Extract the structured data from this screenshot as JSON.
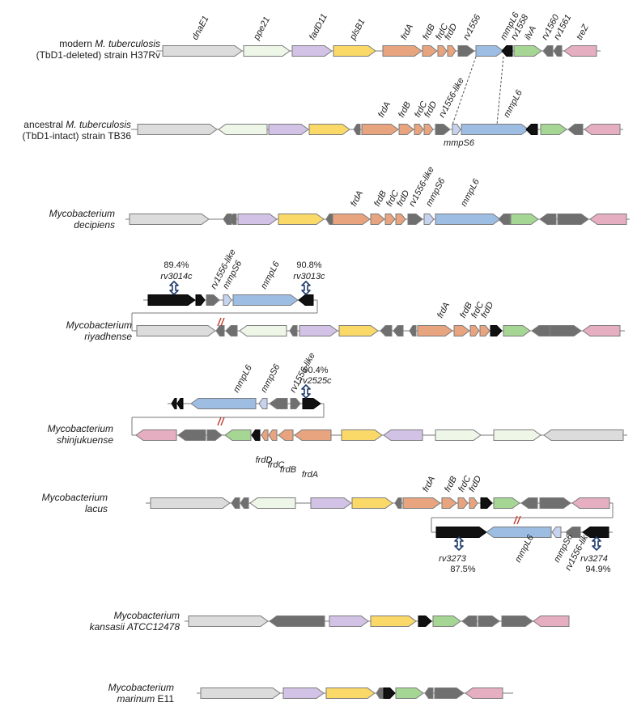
{
  "colors": {
    "dnaE1": "#dcdcdc",
    "ppe21": "#eef6e8",
    "fadD11": "#d2c3e6",
    "plsB1": "#fbd968",
    "frd": "#e7a47e",
    "grey": "#6f6f6f",
    "mmps6": "#c5d3ee",
    "mmpl6": "#9dbde3",
    "ilvA": "#a6d693",
    "treZ": "#e5aec1",
    "black": "#111111",
    "outline": "#8a8a8a",
    "break_mark": "#c0392b",
    "pct_arrow": "#1f3b6b"
  },
  "icons": [
    "double-arrow-icon",
    "break-mark-icon"
  ],
  "strains": [
    {
      "line1": "modern ",
      "line1_italic": "M. tuberculosis",
      "line2": "(TbD1-deleted) strain H37Rv"
    },
    {
      "line1": "ancestral ",
      "line1_italic": "M. tuberculosis",
      "line2": "(TbD1-intact) strain TB36"
    },
    {
      "line1": "",
      "line1_italic": "Mycobacterium",
      "line2": "decipiens"
    },
    {
      "line1": "",
      "line1_italic": "Mycobacterium",
      "line2": "riyadhense"
    },
    {
      "line1": "",
      "line1_italic": "Mycobacterium",
      "line2": "shinjukuense"
    },
    {
      "line1": "",
      "line1_italic": "Mycobacterium",
      "line2": "lacus"
    },
    {
      "line1": "",
      "line1_italic": "Mycobacterium",
      "line2": "kansasii ATCC12478"
    },
    {
      "line1": "",
      "line1_italic": "Mycobacterium",
      "line2": "marinum",
      "line2_suffix": " E11"
    }
  ],
  "row1_gene_labels": [
    "dnaE1",
    "ppe21",
    "fadD11",
    "plsB1",
    "frdA",
    "frdB",
    "frdC",
    "frdD",
    "rv1556",
    "mmpL6",
    "rv1558",
    "ilvA",
    "rv1560",
    "rv1561",
    "treZ"
  ],
  "row2_gene_labels": [
    "frdA",
    "frdB",
    "frdC",
    "frdD",
    "rv1556-like",
    "mmpL6",
    "mmpS6"
  ],
  "row3_gene_labels": [
    "frdA",
    "frdB",
    "frdC",
    "frdD",
    "rv1556-like",
    "mmpS6",
    "mmpL6"
  ],
  "row4_gene_labels": [
    "rv1556-like",
    "mmpS6",
    "mmpL6",
    "frdA",
    "frdB",
    "frdC",
    "frdD"
  ],
  "row4_identities": [
    {
      "pct": "89.4%",
      "gene": "rv3014c"
    },
    {
      "pct": "90.8%",
      "gene": "rv3013c"
    }
  ],
  "row5_gene_labels": [
    "mmpL6",
    "mmpS6",
    "rv1556-like",
    "frdD",
    "frdC",
    "frdB",
    "frdA"
  ],
  "row5_identities": [
    {
      "pct": "90.4%",
      "gene": "rv2525c"
    }
  ],
  "row6_gene_labels": [
    "frdA",
    "frdB",
    "frdC",
    "frdD",
    "mmpL6",
    "mmpS6",
    "rv1556-like"
  ],
  "row6_identities": [
    {
      "gene": "rv3273",
      "pct": "87.5%"
    },
    {
      "gene": "rv3274",
      "pct": "94.9%"
    }
  ]
}
